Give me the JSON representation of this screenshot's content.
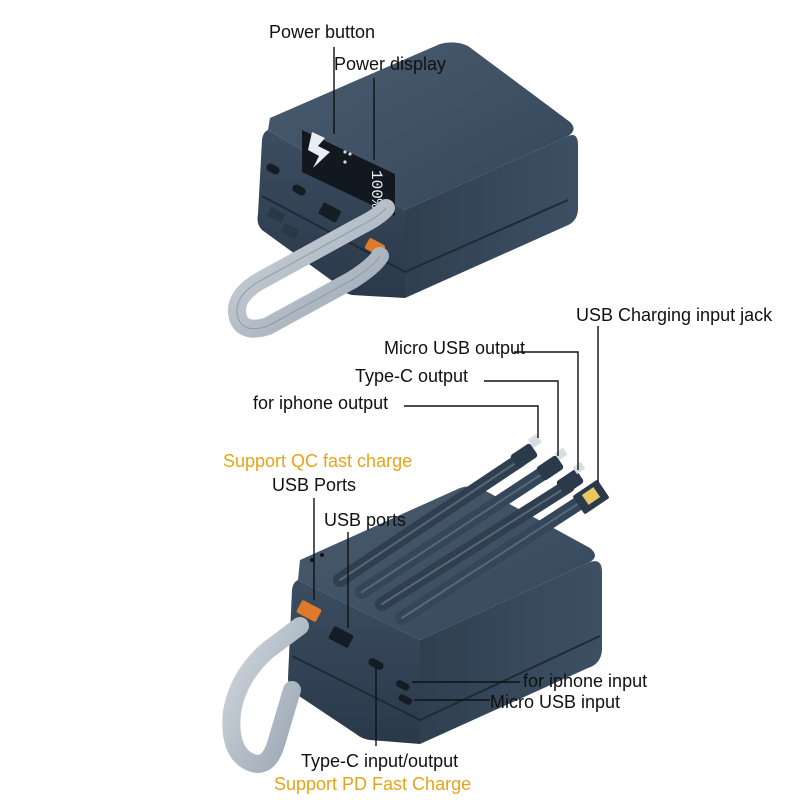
{
  "labels": {
    "power_button": "Power button",
    "power_display": "Power display",
    "usb_charging_input_jack": "USB Charging input jack",
    "micro_usb_output": "Micro USB output",
    "type_c_output": "Type-C output",
    "for_iphone_output": "for iphone output",
    "support_qc_fast_charge": "Support QC fast charge",
    "usb_ports_upper": "USB Ports",
    "usb_ports_lower": "USB ports",
    "for_iphone_input": "for iphone input",
    "micro_usb_input": "Micro USB input",
    "type_c_input_output": "Type-C input/output",
    "support_pd_fast_charge": "Support PD Fast Charge"
  },
  "display_readout": "100%",
  "colors": {
    "accent_label": "#e8a317",
    "body_dark": "#2b3a4a",
    "body_mid": "#3a4b5c",
    "strap": "#b9c2cc",
    "quick_charge_port": "#e07a2a"
  },
  "icons": {
    "power_button": "lightning-bolt-icon"
  }
}
